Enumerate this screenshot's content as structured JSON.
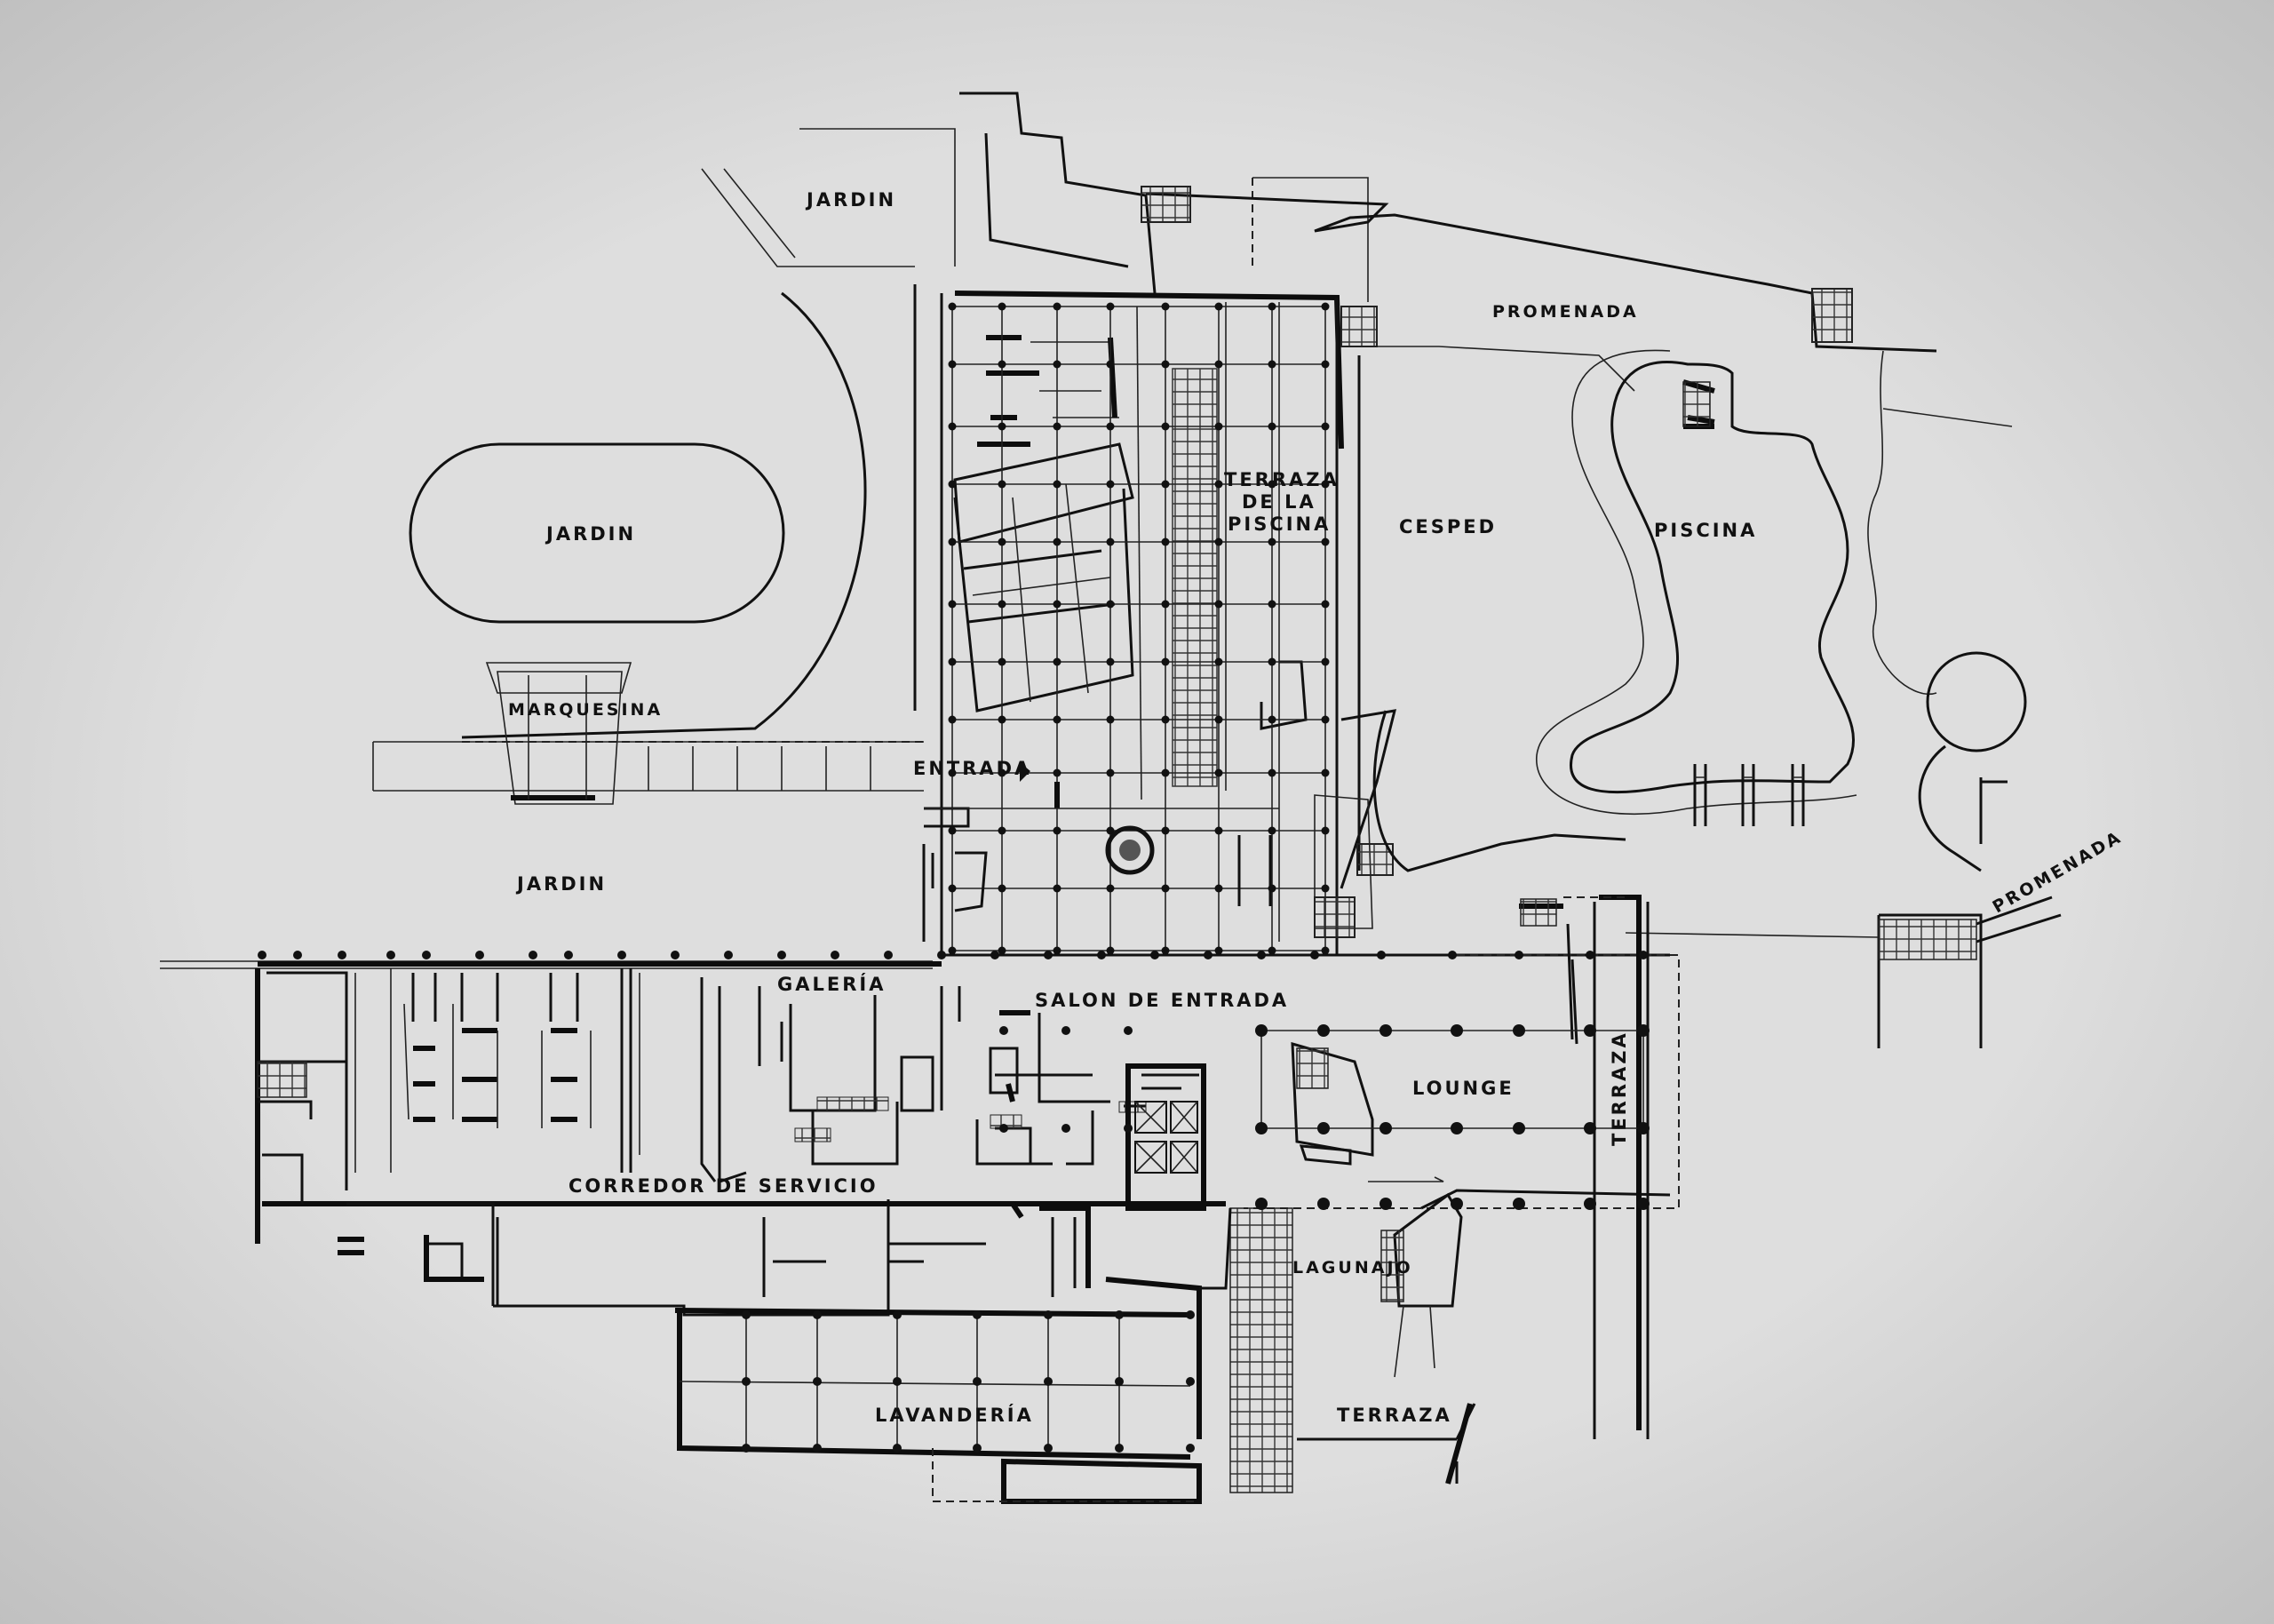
{
  "labels": {
    "jardin_top": "JARDIN",
    "jardin_oval": "JARDIN",
    "jardin_mid": "JARDIN",
    "marquesina": "MARQUESINA",
    "entrada": "ENTRADA",
    "terraza_piscina_1": "TERRAZA",
    "terraza_piscina_2": "DE LA",
    "terraza_piscina_3": "PISCINA",
    "cesped": "CESPED",
    "piscina": "PISCINA",
    "promenada_top": "PROMENADA",
    "promenada_right": "PROMENADA",
    "galeria": "GALERÍA",
    "salon_entrada": "SALON DE ENTRADA",
    "lounge": "LOUNGE",
    "terraza_vertical": "TERRAZA",
    "corredor": "CORREDOR DE SERVICIO",
    "lagunajo": "LAGUNAJO",
    "lavanderia": "LAVANDERÍA",
    "terraza_bottom": "TERRAZA"
  }
}
